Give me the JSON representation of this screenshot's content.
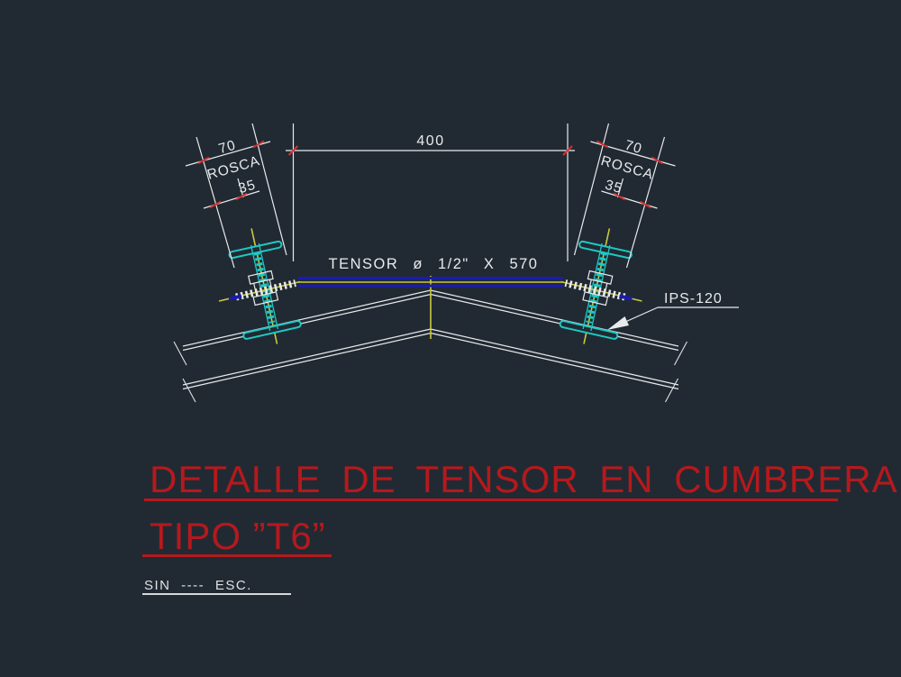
{
  "colors": {
    "background": "#212a33",
    "line_white": "#e8eaec",
    "title_red": "#b5191d",
    "tick_red": "#d23131",
    "cyan": "#1ec9c4",
    "yellow": "#c9c93e",
    "navy": "#1b1bb2"
  },
  "drawing": {
    "dim_span": "400",
    "tensor_spec": "TENSOR ø 1/2\" X 570",
    "beam_label": "IPS-120",
    "bolt_dim": {
      "length": "70",
      "thread_label": "ROSCA",
      "thread_length": "35"
    }
  },
  "title": {
    "line1": "DETALLE DE TENSOR EN CUMBRERA",
    "line2": "TIPO ”T6”",
    "scale_note": "SIN ---- ESC."
  }
}
